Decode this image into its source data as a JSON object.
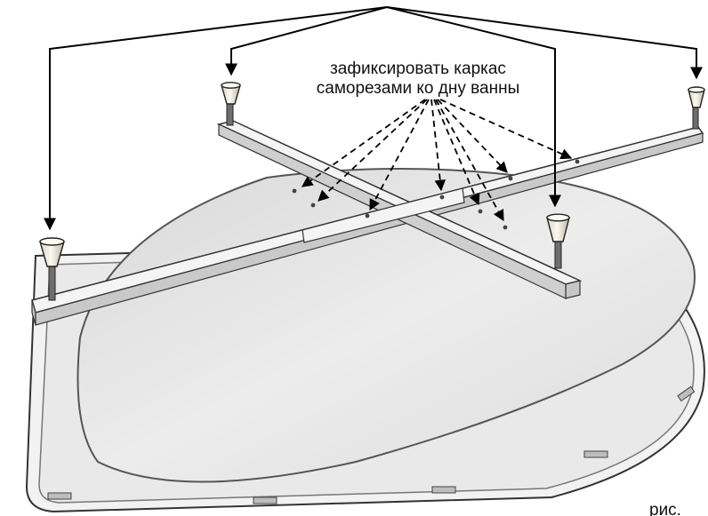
{
  "annotation": {
    "line1": "зафиксировать каркас",
    "line2": "саморезами ко дну ванны"
  },
  "figure_caption": "рис.",
  "colors": {
    "ink": "#000000",
    "tub_fill": "#e3e3e3",
    "tub_rim": "#f2f2f2",
    "frame_top": "#f4f4f4",
    "frame_side": "#c6c6c6",
    "foot_cup": "#f5f2e6",
    "foot_rod": "#6e6e6e"
  },
  "icons": [
    "adjustable-leg-icon",
    "screw-hole-icon",
    "arrow-icon"
  ]
}
